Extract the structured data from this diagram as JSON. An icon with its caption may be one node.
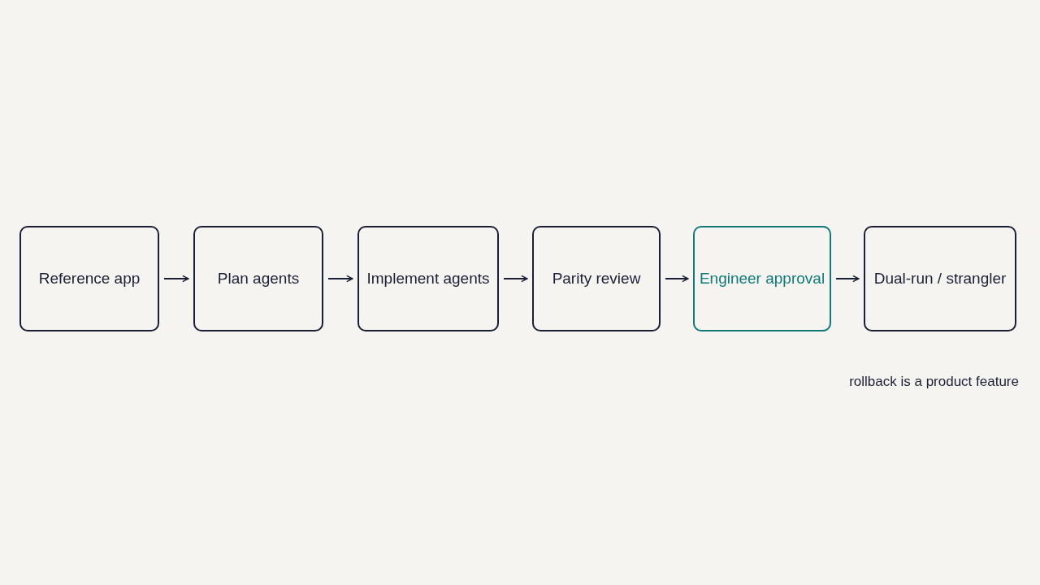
{
  "diagram": {
    "nodes": [
      {
        "text": [
          "Reference app"
        ]
      },
      {
        "text": [
          "Plan agents"
        ]
      },
      {
        "text": [
          "Implement agents"
        ]
      },
      {
        "text": [
          "Parity review"
        ]
      },
      {
        "text": [
          "Engineer approval"
        ]
      },
      {
        "text": [
          "Dual-run / strangler"
        ]
      }
    ],
    "edges": [
      {
        "from": 0,
        "to": 1,
        "arrow": "to"
      },
      {
        "from": 1,
        "to": 2,
        "arrow": "to"
      },
      {
        "from": 2,
        "to": 3,
        "arrow": "to"
      },
      {
        "from": 3,
        "to": 4,
        "arrow": "to"
      },
      {
        "from": 4,
        "to": 5,
        "arrow": "to"
      }
    ],
    "labels": [
      "rollback is a product feature"
    ]
  }
}
